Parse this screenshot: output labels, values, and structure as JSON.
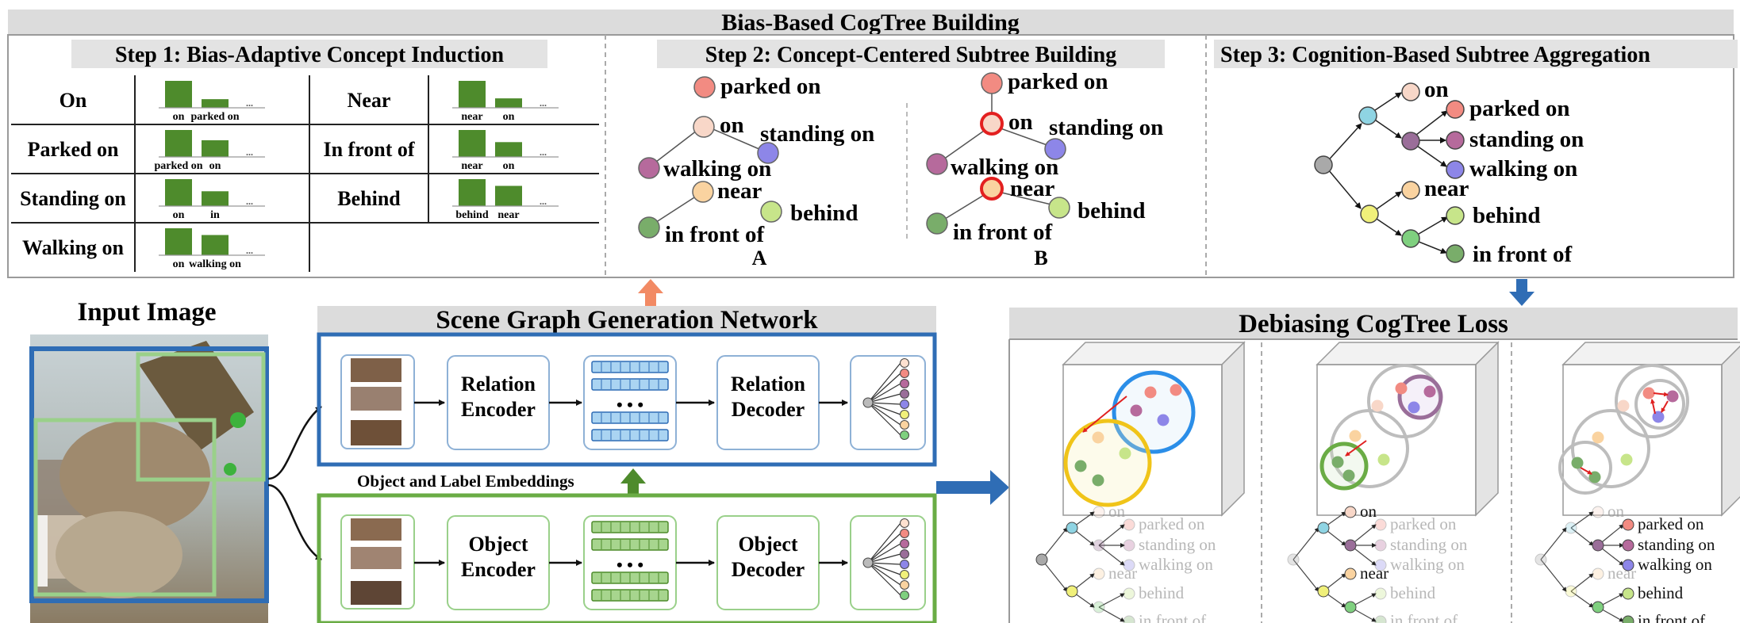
{
  "title": "Bias-Based CogTree Building",
  "colors": {
    "header_bg": "#dcdcdc",
    "bar_green": "#4e8b2c",
    "blue_frame": "#2f6db5",
    "green_frame": "#6aac45",
    "orange_arrow": "#f28a64",
    "dark_green_arrow": "#4e8b2c"
  },
  "step1": {
    "title": "Step 1: Bias-Adaptive Concept Induction",
    "left_rows": [
      {
        "label": "On",
        "bars": [
          {
            "name": "on",
            "value": 1.0
          },
          {
            "name": "parked on",
            "value": 0.32
          }
        ],
        "ellipsis": "..."
      },
      {
        "label": "Parked on",
        "bars": [
          {
            "name": "parked on",
            "value": 1.0
          },
          {
            "name": "on",
            "value": 0.62
          }
        ],
        "ellipsis": "..."
      },
      {
        "label": "Standing on",
        "bars": [
          {
            "name": "on",
            "value": 1.0
          },
          {
            "name": "in",
            "value": 0.55
          }
        ],
        "ellipsis": "..."
      },
      {
        "label": "Walking on",
        "bars": [
          {
            "name": "on",
            "value": 1.0
          },
          {
            "name": "walking on",
            "value": 0.75
          }
        ],
        "ellipsis": "..."
      }
    ],
    "right_rows": [
      {
        "label": "Near",
        "bars": [
          {
            "name": "near",
            "value": 1.0
          },
          {
            "name": "on",
            "value": 0.35
          }
        ],
        "ellipsis": "..."
      },
      {
        "label": "In front of",
        "bars": [
          {
            "name": "near",
            "value": 1.0
          },
          {
            "name": "on",
            "value": 0.55
          }
        ],
        "ellipsis": "..."
      },
      {
        "label": "Behind",
        "bars": [
          {
            "name": "behind",
            "value": 1.0
          },
          {
            "name": "near",
            "value": 0.75
          }
        ],
        "ellipsis": "..."
      }
    ]
  },
  "step2": {
    "title": "Step 2: Concept-Centered Subtree Building",
    "tree_a_label": "A",
    "tree_b_label": "B",
    "nodes": {
      "parked_on": "parked on",
      "on": "on",
      "standing_on": "standing on",
      "walking_on": "walking on",
      "near": "near",
      "behind": "behind",
      "in_front_of": "in front of"
    }
  },
  "step3": {
    "title": "Step 3: Cognition-Based Subtree Aggregation",
    "labels": [
      "on",
      "parked on",
      "standing on",
      "walking on",
      "near",
      "behind",
      "in front of"
    ]
  },
  "input": {
    "title": "Input Image"
  },
  "sgg": {
    "title": "Scene Graph Generation Network",
    "relation_encoder": "Relation Encoder",
    "relation_decoder": "Relation Decoder",
    "object_encoder": "Object Encoder",
    "object_decoder": "Object Decoder",
    "embeddings_label": "Object and Label Embeddings",
    "dots": "• • •"
  },
  "debias": {
    "title": "Debiasing CogTree Loss",
    "labels": [
      "on",
      "parked on",
      "standing on",
      "walking on",
      "near",
      "behind",
      "in front of"
    ]
  }
}
